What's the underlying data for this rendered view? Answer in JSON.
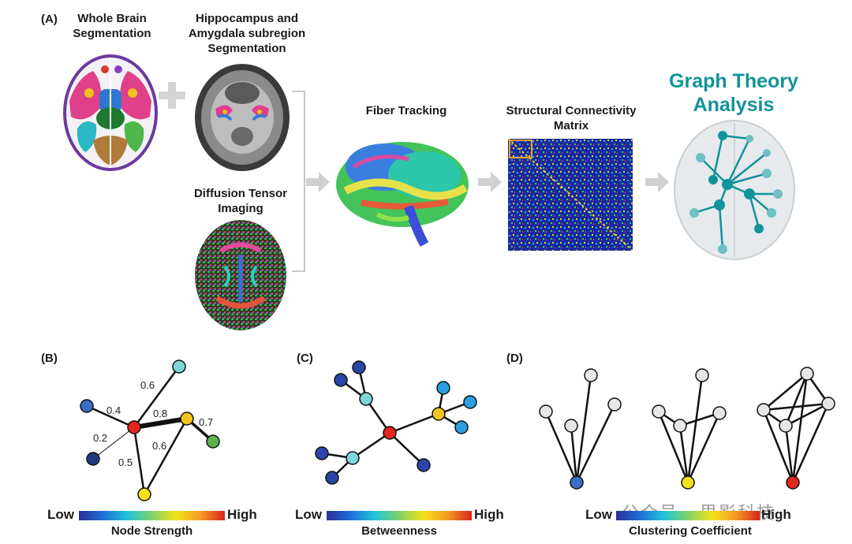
{
  "panel_a": {
    "letter": "(A)",
    "whole_brain_title": [
      "Whole Brain",
      "Segmentation"
    ],
    "hippo_title": [
      "Hippocampus and",
      "Amygdala subregion",
      "Segmentation"
    ],
    "dti_title": [
      "Diffusion Tensor",
      "Imaging"
    ],
    "fiber_title": "Fiber Tracking",
    "matrix_title": [
      "Structural Connectivity",
      "Matrix"
    ],
    "graph_title": [
      "Graph Theory",
      "Analysis"
    ]
  },
  "panel_b": {
    "letter": "(B)",
    "edge_weights": [
      "0.6",
      "0.4",
      "0.8",
      "0.7",
      "0.2",
      "0.6",
      "0.5"
    ],
    "colorbar": {
      "low": "Low",
      "high": "High",
      "title": "Node Strength"
    }
  },
  "panel_c": {
    "letter": "(C)",
    "colorbar": {
      "low": "Low",
      "high": "High",
      "title": "Betweenness"
    }
  },
  "panel_d": {
    "letter": "(D)",
    "colorbar": {
      "low": "Low",
      "high": "High",
      "title": "Clustering Coefficient"
    }
  },
  "watermark": "公众号 · 思影科技",
  "colors": {
    "graph_teal": "#11939a",
    "node_red": "#e3261e",
    "node_yellow": "#f3d51b",
    "node_blue": "#3a6fc8",
    "node_cyan": "#7fd6d8",
    "node_green": "#5bb34a"
  }
}
